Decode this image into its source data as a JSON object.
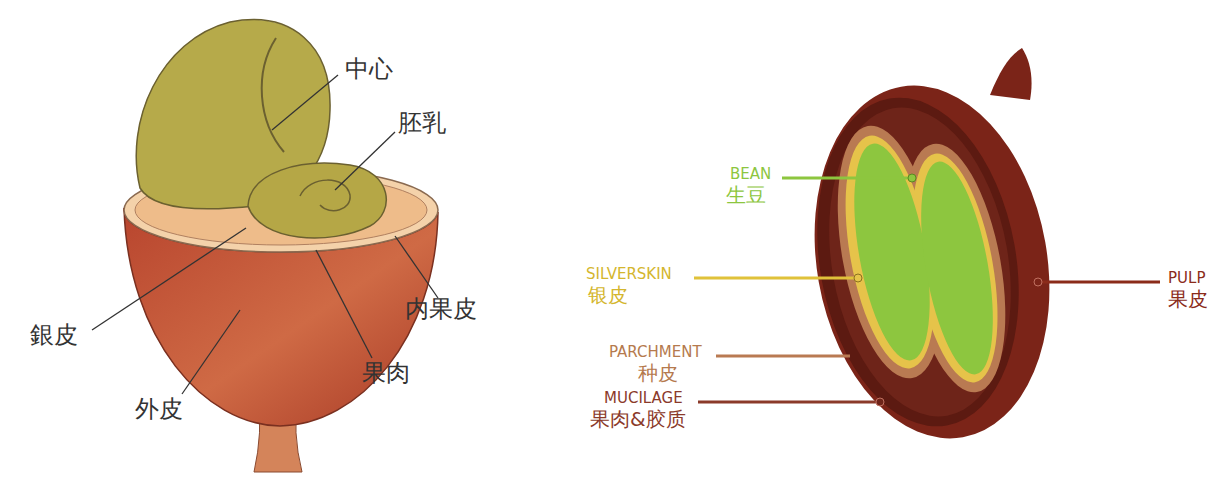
{
  "diagram": {
    "labels": [
      "中心",
      "胚乳",
      "銀皮",
      "内果皮",
      "果肉",
      "外皮",
      "BEAN",
      "生豆",
      "SILVERSKIN",
      "银皮",
      "PARCHMENT",
      "种皮",
      "MUCILAGE",
      "果肉&胶质",
      "PULP",
      "果皮"
    ]
  }
}
